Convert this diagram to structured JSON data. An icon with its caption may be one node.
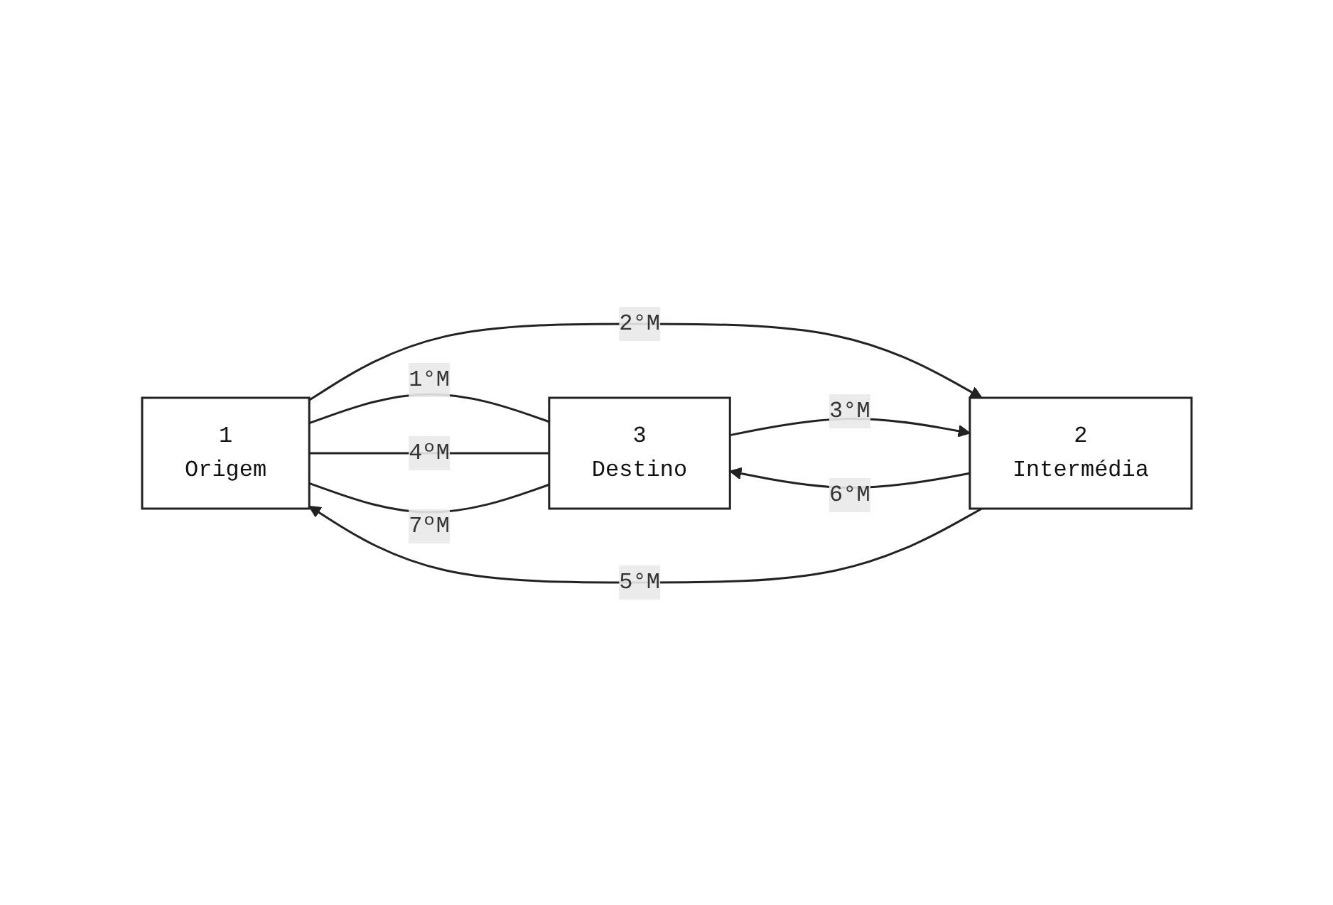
{
  "diagram": {
    "nodes": [
      {
        "text": [
          "1",
          "Origem"
        ]
      },
      {
        "text": [
          "2",
          "Intermédia"
        ]
      },
      {
        "text": [
          "3",
          "Destino"
        ]
      }
    ],
    "edges": [
      {
        "from": 0,
        "to": 2,
        "arrow": "none",
        "label": "1°M"
      },
      {
        "from": 0,
        "to": 1,
        "arrow": "to",
        "label": "2°M"
      },
      {
        "from": 1,
        "to": 2,
        "arrow": "to",
        "label": "6°M"
      },
      {
        "from": 1,
        "to": 0,
        "arrow": "to",
        "label": "5°M"
      },
      {
        "from": 2,
        "to": 1,
        "arrow": "to",
        "label": "3°M"
      },
      {
        "from": 0,
        "to": 2,
        "arrow": "none",
        "label": "4ºM"
      },
      {
        "from": 0,
        "to": 2,
        "arrow": "none",
        "label": "7ºM"
      }
    ]
  }
}
